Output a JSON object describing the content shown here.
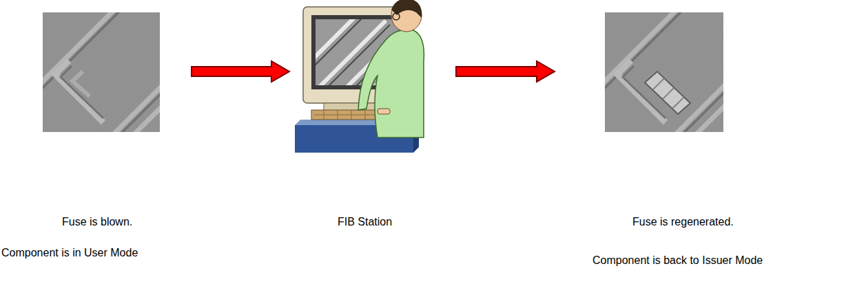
{
  "diagram": {
    "nodes": [
      {
        "text": [
          "Fuse is blown.",
          "Component is in User Mode"
        ]
      },
      {
        "text": [
          "FIB Station"
        ]
      },
      {
        "text": [
          "Fuse is regenerated.",
          "Component is back to Issuer Mode"
        ]
      }
    ],
    "edges": [
      {
        "from": 0,
        "to": 1,
        "arrow": "to"
      },
      {
        "from": 1,
        "to": 2,
        "arrow": "to"
      }
    ]
  }
}
